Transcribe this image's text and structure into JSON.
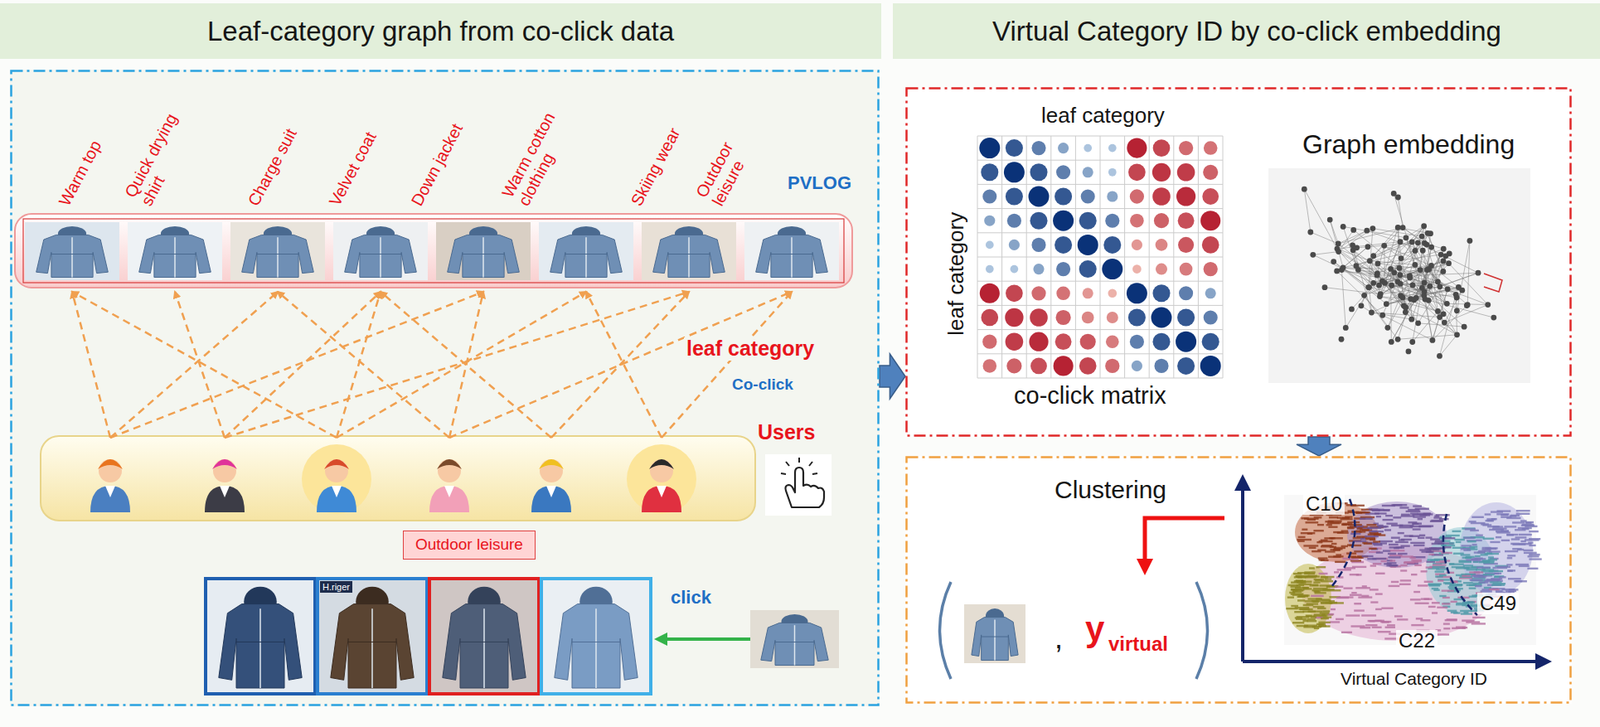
{
  "diagram": {
    "nodes": [
      {
        "text": [
          "Leaf-category graph from co-click data"
        ]
      },
      {
        "text": [
          "Virtual Category ID by co-click embedding"
        ]
      },
      {
        "text": [
          "Warm top",
          "Quick drying shirt",
          "Charge suit",
          "Velvet coat",
          "Down jacket",
          "Warm cotton clothing",
          "Skiing wear",
          "Outdoor leisure",
          "PVLOG",
          "leaf category",
          "Co-click",
          "Users",
          "click"
        ]
      },
      {
        "text": [
          "Outdoor leisure"
        ],
        "in": 2
      },
      {
        "text": [
          "leaf category",
          "leaf category",
          "co-click matrix",
          "Graph embedding"
        ]
      },
      {
        "text": [
          "Clustering",
          ",",
          "y",
          "virtual",
          "C10",
          "C49",
          "C22",
          "Virtual Category ID"
        ]
      }
    ],
    "edges": [
      {
        "from": 2,
        "to": 4,
        "arrow": "to"
      },
      {
        "from": 4,
        "to": 5,
        "arrow": "to"
      }
    ],
    "labels": [
      "H.riger"
    ]
  }
}
